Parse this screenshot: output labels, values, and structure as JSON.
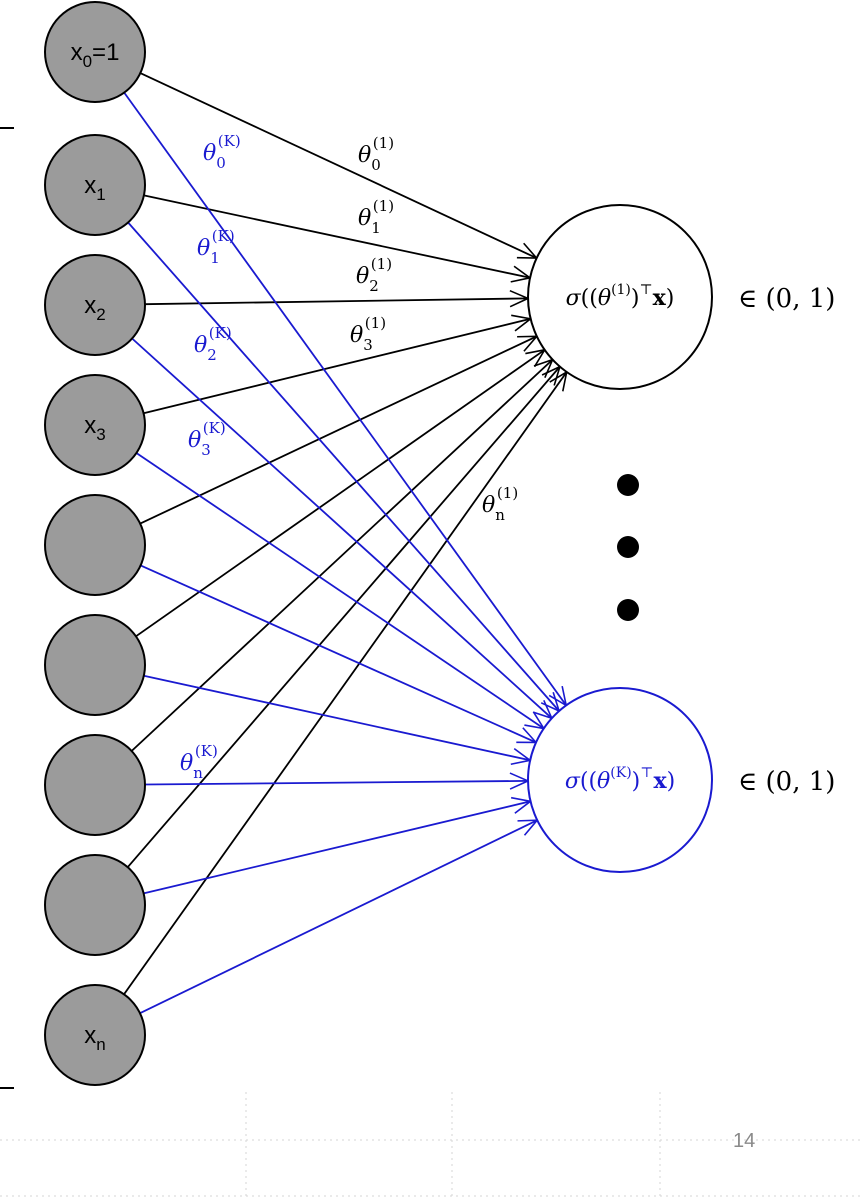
{
  "colors": {
    "input_fill": "#9b9b9b",
    "black": "#000000",
    "blue": "#1a1ad0",
    "page_number": "#8a8a8a"
  },
  "inputs": [
    {
      "label_main": "x",
      "label_sub": "0",
      "label_rest": "=1"
    },
    {
      "label_main": "x",
      "label_sub": "1",
      "label_rest": ""
    },
    {
      "label_main": "x",
      "label_sub": "2",
      "label_rest": ""
    },
    {
      "label_main": "x",
      "label_sub": "3",
      "label_rest": ""
    },
    {
      "label_main": "",
      "label_sub": "",
      "label_rest": ""
    },
    {
      "label_main": "",
      "label_sub": "",
      "label_rest": ""
    },
    {
      "label_main": "",
      "label_sub": "",
      "label_rest": ""
    },
    {
      "label_main": "",
      "label_sub": "",
      "label_rest": ""
    },
    {
      "label_main": "x",
      "label_sub": "n",
      "label_rest": ""
    }
  ],
  "outputs": [
    {
      "color": "black",
      "expr_sup": "(1)",
      "range_label": "∈ (0, 1)"
    },
    {
      "color": "blue",
      "expr_sup": "(K)",
      "range_label": "∈ (0, 1)"
    }
  ],
  "weights_first": [
    {
      "sub": "0",
      "sup": "(1)"
    },
    {
      "sub": "1",
      "sup": "(1)"
    },
    {
      "sub": "2",
      "sup": "(1)"
    },
    {
      "sub": "3",
      "sup": "(1)"
    },
    {
      "sub": "n",
      "sup": "(1)"
    }
  ],
  "weights_last": [
    {
      "sub": "0",
      "sup": "(K)"
    },
    {
      "sub": "1",
      "sup": "(K)"
    },
    {
      "sub": "2",
      "sup": "(K)"
    },
    {
      "sub": "3",
      "sup": "(K)"
    },
    {
      "sub": "n",
      "sup": "(K)"
    }
  ],
  "page_number": "14"
}
